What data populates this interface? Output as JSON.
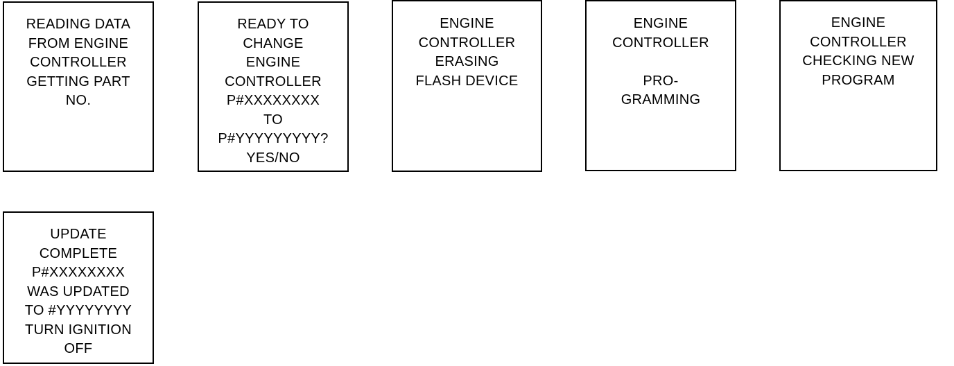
{
  "screens": [
    {
      "lines": [
        "READING DATA",
        "FROM ENGINE",
        "CONTROLLER",
        "GETTING PART",
        "NO."
      ]
    },
    {
      "lines": [
        "READY TO",
        "CHANGE",
        "ENGINE",
        "CONTROLLER",
        "P#XXXXXXXX",
        "TO",
        "P#YYYYYYYYY?",
        "YES/NO"
      ]
    },
    {
      "lines": [
        "ENGINE",
        "CONTROLLER",
        "ERASING",
        "FLASH DEVICE"
      ]
    },
    {
      "lines": [
        "ENGINE",
        "CONTROLLER",
        "",
        "PRO-",
        "GRAMMING"
      ]
    },
    {
      "lines": [
        "ENGINE",
        "CONTROLLER",
        "CHECKING NEW",
        "PROGRAM"
      ]
    },
    {
      "lines": [
        "UPDATE",
        "COMPLETE",
        "P#XXXXXXXX",
        "WAS UPDATED",
        "TO #YYYYYYYY",
        "TURN IGNITION",
        "OFF"
      ]
    }
  ]
}
